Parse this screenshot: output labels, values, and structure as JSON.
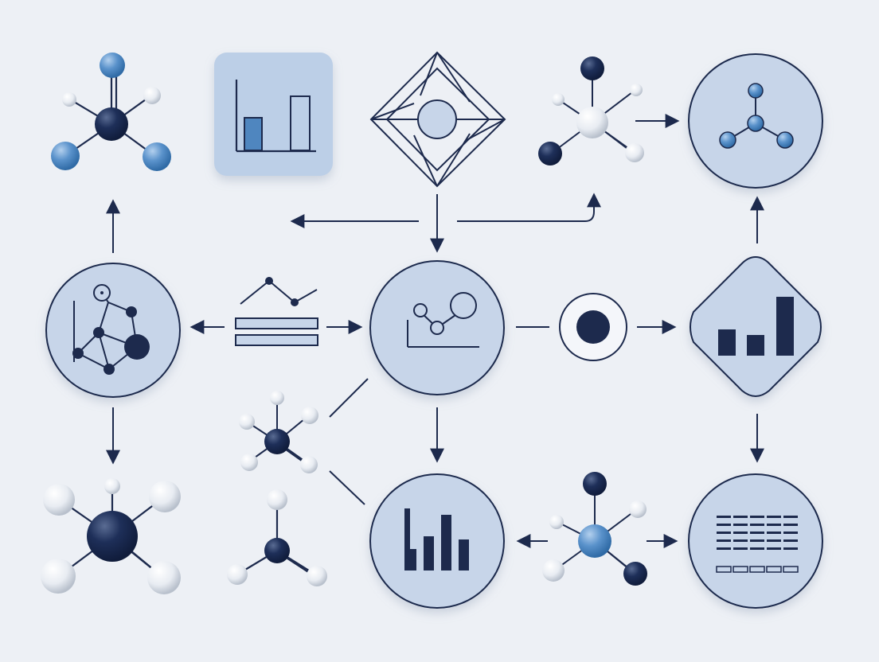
{
  "colors": {
    "background": "#edf0f5",
    "navy": "#18284f",
    "node_fill": "#c7d5e9",
    "card_fill": "#bccfe7",
    "blue": "#4f86bf",
    "white": "#f4f6fa",
    "line": "#1d2a4d"
  },
  "nodes": [
    {
      "id": "top-left-molecule",
      "kind": "molecule"
    },
    {
      "id": "bar-chart-card",
      "kind": "chart-card"
    },
    {
      "id": "diamond-crystal",
      "kind": "crystal"
    },
    {
      "id": "top-molecule",
      "kind": "molecule"
    },
    {
      "id": "network-molecule-circle",
      "kind": "circle-node"
    },
    {
      "id": "graph-network-circle",
      "kind": "circle-node"
    },
    {
      "id": "stacked-lines-trend",
      "kind": "icon"
    },
    {
      "id": "scatter-plot-circle",
      "kind": "circle-node"
    },
    {
      "id": "target-circle",
      "kind": "circle-node"
    },
    {
      "id": "bar-chart-diamond",
      "kind": "rounded-diamond"
    },
    {
      "id": "center-left-molecule",
      "kind": "molecule"
    },
    {
      "id": "bottom-left-molecule",
      "kind": "molecule"
    },
    {
      "id": "bottom-small-molecule",
      "kind": "molecule"
    },
    {
      "id": "bar-chart-circle",
      "kind": "circle-node"
    },
    {
      "id": "bottom-blue-molecule",
      "kind": "molecule"
    },
    {
      "id": "table-circle",
      "kind": "circle-node"
    }
  ],
  "bar_levels": {
    "card": [
      0.45,
      0.75
    ],
    "diamond": [
      0.45,
      0.35,
      1.0
    ],
    "bottom_circle": [
      1.0,
      0.35,
      0.55,
      0.9,
      0.5
    ]
  },
  "table_grid": {
    "rows": 5,
    "columns": 5
  }
}
